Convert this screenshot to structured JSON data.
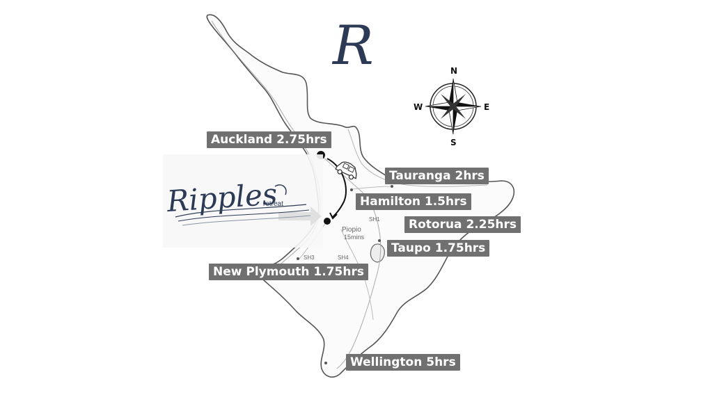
{
  "logo": {
    "letter": "R",
    "brand": "Ripples",
    "sub": "retreat"
  },
  "compass": {
    "n": "N",
    "s": "S",
    "e": "E",
    "w": "W"
  },
  "towns": {
    "auckland": "Auckland 2.75hrs",
    "tauranga": "Tauranga 2hrs",
    "hamilton": "Hamilton 1.5hrs",
    "rotorua": "Rotorua 2.25hrs",
    "taupo": "Taupo 1.75hrs",
    "new_plymouth": "New Plymouth 1.75hrs",
    "wellington": "Wellington 5hrs"
  },
  "piopio": {
    "name": "Piopio",
    "time": "15mins"
  },
  "roads": {
    "sh1": "SH1",
    "sh3": "SH3",
    "sh4": "SH4"
  },
  "colors": {
    "label_bg": "#707070",
    "label_text": "#ffffff",
    "coast": "#555555",
    "logo": "#2d3a55"
  }
}
